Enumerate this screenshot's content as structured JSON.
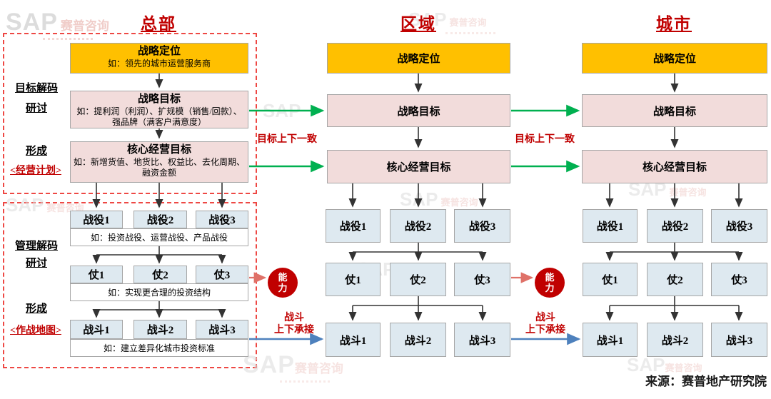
{
  "watermark": {
    "logo": "SAP",
    "brand": "赛普咨询"
  },
  "header": {
    "hq": "总部",
    "region": "区域",
    "city": "城市"
  },
  "side": {
    "goal_decode": "目标解码",
    "discuss_1": "研讨",
    "form_1": "形成",
    "plan": "<经营计划>",
    "mgmt_decode": "管理解码",
    "discuss_2": "研讨",
    "form_2": "形成",
    "battle_map": "<作战地图>"
  },
  "hq": {
    "strategy_position": {
      "title": "战略定位",
      "example": "如：领先的城市运营服务商"
    },
    "strategy_goal": {
      "title": "战略目标",
      "example": "如：提利润（利润）、扩规模（销售/回款）、强品牌（满客户满意度）"
    },
    "core_goal": {
      "title": "核心经营目标",
      "example": "如：新增货值、地货比、权益比、去化周期、融资金额"
    },
    "campaigns": {
      "items": [
        "战役1",
        "战役2",
        "战役3"
      ],
      "example": "如：投资战役、运营战役、产品战役"
    },
    "battles": {
      "items": [
        "仗1",
        "仗2",
        "仗3"
      ],
      "example": "如：实现更合理的投资结构"
    },
    "fights": {
      "items": [
        "战斗1",
        "战斗2",
        "战斗3"
      ],
      "example": "如：建立差异化城市投资标准"
    }
  },
  "region": {
    "strategy_position": "战略定位",
    "strategy_goal": "战略目标",
    "core_goal": "核心经营目标",
    "campaigns": [
      "战役1",
      "战役2",
      "战役3"
    ],
    "battles": [
      "仗1",
      "仗2",
      "仗3"
    ],
    "fights": [
      "战斗1",
      "战斗2",
      "战斗3"
    ]
  },
  "city": {
    "strategy_position": "战略定位",
    "strategy_goal": "战略目标",
    "core_goal": "核心经营目标",
    "campaigns": [
      "战役1",
      "战役2",
      "战役3"
    ],
    "battles": [
      "仗1",
      "仗2",
      "仗3"
    ],
    "fights": [
      "战斗1",
      "战斗2",
      "战斗3"
    ]
  },
  "links": {
    "goal_align": "目标上下一致",
    "capability": "能力",
    "fight_line1": "战斗",
    "fight_line2": "上下承接"
  },
  "footer": {
    "source": "来源：赛普地产研究院"
  },
  "colors": {
    "orange_box": "#ffc000",
    "pink_box": "#f2dcdb",
    "blue_box": "#dee9f0",
    "accent_red": "#c00000",
    "dashed_red": "#ee4844",
    "green_arrow": "#00b050",
    "blue_arrow": "#4e81bd",
    "salmon_arrow": "#df7168"
  }
}
